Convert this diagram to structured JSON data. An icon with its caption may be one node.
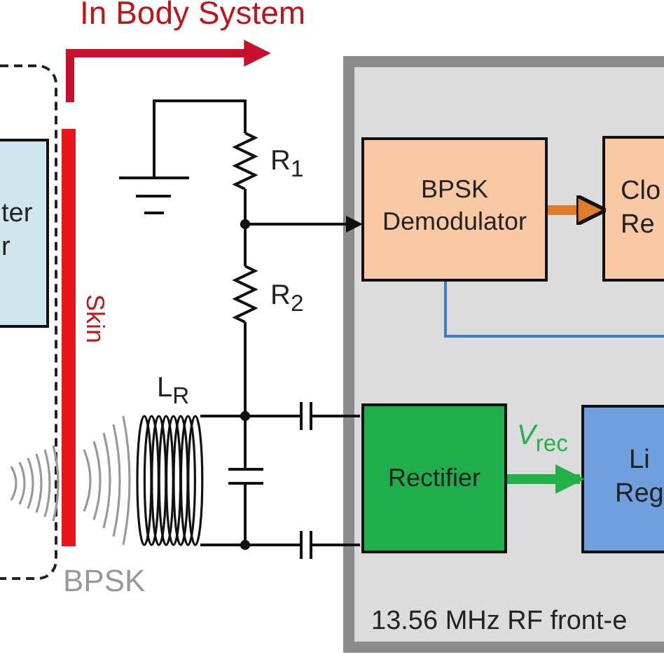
{
  "diagram": {
    "title": "In Body System",
    "nodes": [
      {
        "text": [],
        "shape": "box"
      },
      {
        "text": [
          "ter r"
        ],
        "in": 0
      },
      {
        "text": [
          "13.56 MHz RF front-e"
        ]
      },
      {
        "text": [
          "BPSK Demodulator"
        ],
        "in": 2
      },
      {
        "text": [
          "Clo Re"
        ],
        "in": 2
      },
      {
        "text": [
          "Rectifier"
        ],
        "in": 2
      },
      {
        "text": [
          "Li Reg"
        ],
        "in": 2
      }
    ],
    "edges": [
      {
        "from": 3,
        "to": 4,
        "arrow": "to",
        "style": "thick",
        "color": "#e07b2a"
      },
      {
        "from": 5,
        "to": 6,
        "arrow": "to",
        "label": "*V*$_{rec}$",
        "style": "thick",
        "color": "#22b04a"
      },
      {
        "from": null,
        "to": 3,
        "arrow": "to"
      },
      {
        "from": 3,
        "to": null,
        "arrow": "none",
        "color": "#3a7fc4"
      },
      {
        "from": null,
        "to": 5,
        "arrow": "none"
      },
      {
        "from": null,
        "to": 5,
        "arrow": "none"
      }
    ],
    "labels": [
      "Skin",
      "R$_{1}$",
      "R$_{2}$",
      "L$_{R}$",
      "BPSK"
    ]
  }
}
